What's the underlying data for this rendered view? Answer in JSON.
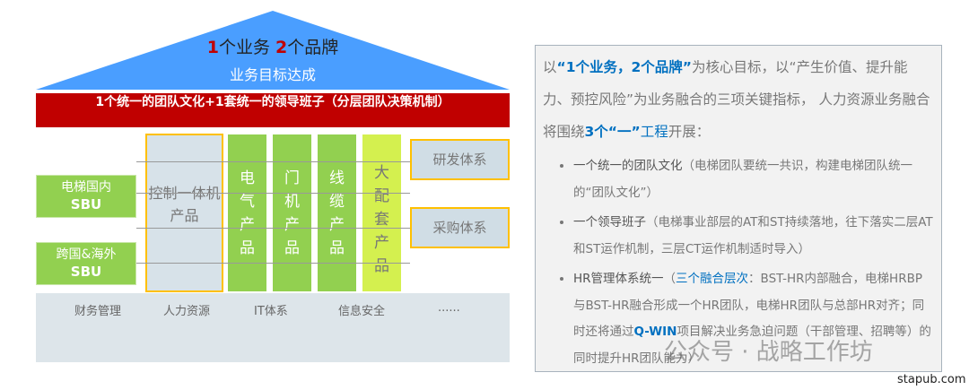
{
  "roof": {
    "title_num1": "1",
    "title_part1": "个业务 ",
    "title_num2": "2",
    "title_part2": "个品牌",
    "subtitle": "业务目标达成"
  },
  "foundation_bar": "1个统一的团队文化+1套统一的领导班子（分层团队决策机制）",
  "sbus": [
    {
      "line1": "电梯国内",
      "line2": "SBU"
    },
    {
      "line1": "跨国&海外",
      "line2": "SBU"
    }
  ],
  "products": {
    "control": "控制一体机产品",
    "electrical": "电气产品",
    "door": "门机产品",
    "cable": "线缆产品",
    "parts": "大配套产品"
  },
  "systems": [
    "研发体系",
    "采购体系"
  ],
  "base_items": [
    "财务管理",
    "人力资源",
    "IT体系",
    "信息安全",
    "......"
  ],
  "panel": {
    "intro": {
      "p1": "以",
      "q1": "“1个业务，2个品牌”",
      "p2": "为核心目标，以“产生价值、提升能力、预控风险”为业务融合的三项关键指标， 人力资源业务融合将围绕",
      "q2": "3个“一”",
      "q3": "工程",
      "p3": "开展："
    },
    "bullets": [
      {
        "head": "一个统一的团队文化",
        "body": "（电梯团队要统一共识，构建电梯团队统一的“团队文化”）"
      },
      {
        "head": "一个领导班子",
        "body": "（电梯事业部层的AT和ST持续落地，往下落实二层AT和ST运作机制，三层CT运作机制适时导入）"
      },
      {
        "head": "HR管理体系统一",
        "pre": "（",
        "blue": "三个融合层次",
        "body1": "：BST-HR内部融合，电梯HRBP与BST-HR融合形成一个HR团队，电梯HR团队与总部HR对齐；同时还将通过",
        "bold": "Q-WIN",
        "body2": "项目解决业务急迫问题（干部管理、招聘等）的同时提升HR团队能力）"
      }
    ]
  },
  "watermark": "公众号 · 战略工作坊",
  "site": "stapub.com",
  "colors": {
    "roof": "#4a9eff",
    "red": "#c00000",
    "green": "#92d050",
    "lime": "#d4f04f",
    "orange": "#ffc000",
    "blue": "#0070c0"
  }
}
